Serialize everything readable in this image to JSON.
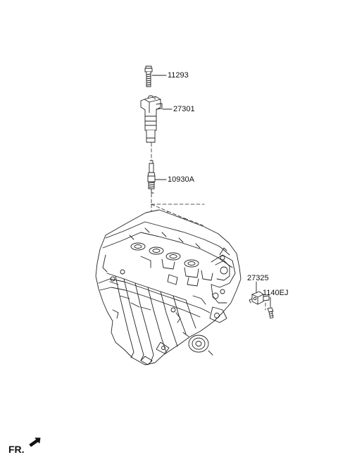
{
  "diagram": {
    "line_color": "#222222",
    "parts": [
      {
        "part_no": "11293",
        "icon": "bolt-icon"
      },
      {
        "part_no": "27301",
        "icon": "ignition-coil-icon"
      },
      {
        "part_no": "10930A",
        "icon": "spark-plug-icon"
      },
      {
        "part_no": "27325",
        "icon": "knock-sensor-icon"
      },
      {
        "part_no": "1140EJ",
        "icon": "bolt-icon"
      }
    ],
    "engine_icon": "engine-cylinder-head-icon",
    "direction_label": "FR.",
    "direction_icon": "arrow-icon"
  }
}
